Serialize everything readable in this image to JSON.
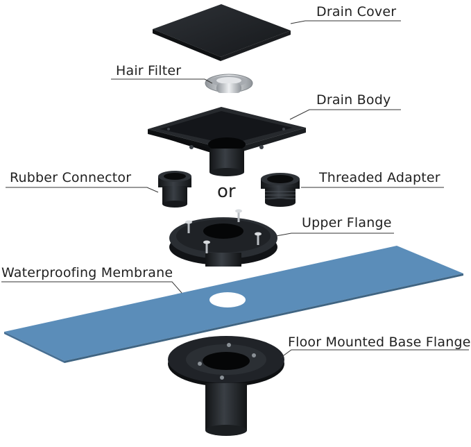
{
  "labels": {
    "drain_cover": "Drain Cover",
    "hair_filter": "Hair Filter",
    "drain_body": "Drain Body",
    "rubber_connector": "Rubber Connector",
    "or": "or",
    "threaded_adapter": "Threaded Adapter",
    "upper_flange": "Upper Flange",
    "waterproofing_membrane": "Waterproofing Membrane",
    "floor_base_flange": "Floor Mounted Base Flange"
  },
  "colors": {
    "membrane": "#5b8db9",
    "part_dark": "#1e2124",
    "part_mid": "#2c3035",
    "steel": "#c9ccd0",
    "leader": "#333333"
  }
}
